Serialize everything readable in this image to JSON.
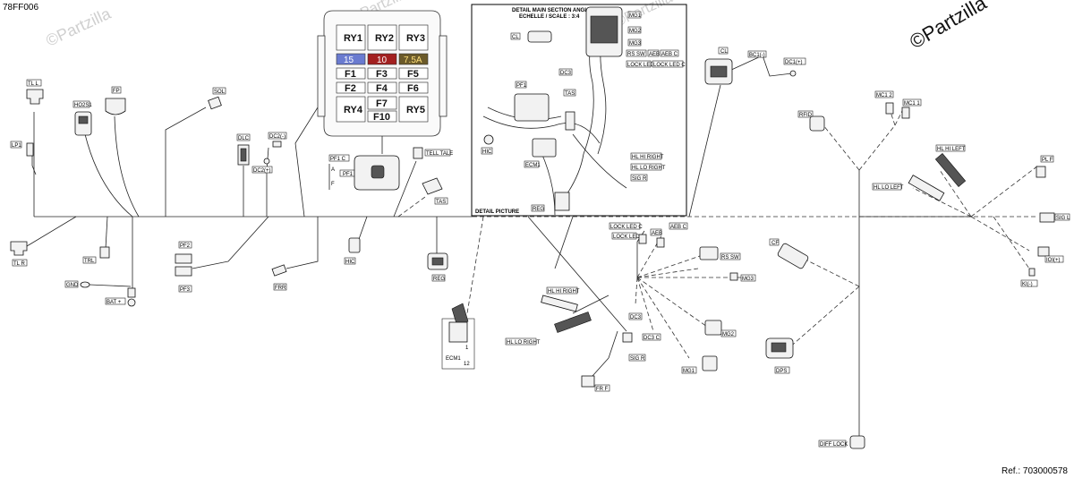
{
  "diagram_code": "78FF006",
  "watermark": "©Partzilla",
  "reference": "Ref.: 703000578",
  "detail": {
    "title_line1": "DETAIL MAIN SECTION ANGLE",
    "title_line2": "ECHELLE / SCALE : 3:4",
    "picture_label": "DETAIL PICTURE",
    "labels": [
      "CL",
      "MG1",
      "MG2",
      "MG3",
      "RS SW",
      "AEB",
      "AEB C",
      "LOCK LED",
      "LOCK LED C",
      "DC3",
      "TAS",
      "PF1",
      "HIC",
      "ECM1",
      "REG",
      "HL HI RIGHT",
      "HL LO RIGHT",
      "SIG R"
    ]
  },
  "fusebox": {
    "relays_top": [
      "RY1",
      "RY2",
      "RY3"
    ],
    "fuses_values": [
      "15",
      "10",
      "7.5A"
    ],
    "fuses_row1": [
      "F1",
      "F3",
      "F5"
    ],
    "fuses_row2": [
      "F2",
      "F4",
      "F6"
    ],
    "relays_bottom": [
      "RY4",
      "F7",
      "RY5"
    ],
    "f10": "F10",
    "connector_labels": [
      "PF1 C",
      "A",
      "F",
      "PF1"
    ]
  },
  "labels": {
    "tl_l": "TL L",
    "lp1": "LP1",
    "ho2s1": "HO2S1",
    "fp": "FP",
    "sol": "SOL",
    "dlc": "DLC",
    "dc2_neg": "DC2(-)",
    "dc2_pos": "DC2(+)",
    "tell_tale": "TELL TALE",
    "tas": "TAS",
    "tl_r": "TL R",
    "trl": "TRL",
    "gnd": "GND",
    "bat": "BAT +",
    "pf2": "PF2",
    "pf3": "PF3",
    "frr": "FRR",
    "hic": "HIC",
    "reg": "REG",
    "ecm1": "ECM1",
    "ecm1_pin1": "1",
    "ecm1_pin12": "12",
    "hl_hi_right": "HL HI RIGHT",
    "hl_lo_right": "HL LO RIGHT",
    "sig_r": "SIG R",
    "fr_f": "FR F",
    "dc3": "DC3",
    "dc3_c": "DC3 C",
    "mg1": "MG1",
    "mg2": "MG2",
    "mg3": "MG3",
    "rs_sw": "RS SW",
    "lock_led_c": "LOCK LED C",
    "lock_led": "LOCK LED",
    "aeb": "AEB",
    "aeb_c": "AEB C",
    "cl": "CL",
    "bc1_neg": "BC1(-)",
    "dc1_pos": "DC1(+)",
    "mc1_2": "MC1 2",
    "mc1_1": "MC1 1",
    "rfid": "RFID",
    "hl_hi_left": "HL HI LEFT",
    "hl_lo_left": "HL LO LEFT",
    "pl_f": "PL F",
    "sig_l": "SIG L",
    "ioi_pos": "IOI(+)",
    "ki_neg": "KI(-)",
    "cf": "CF",
    "dps": "DPS",
    "diff_lock": "DIFF LOCK"
  }
}
